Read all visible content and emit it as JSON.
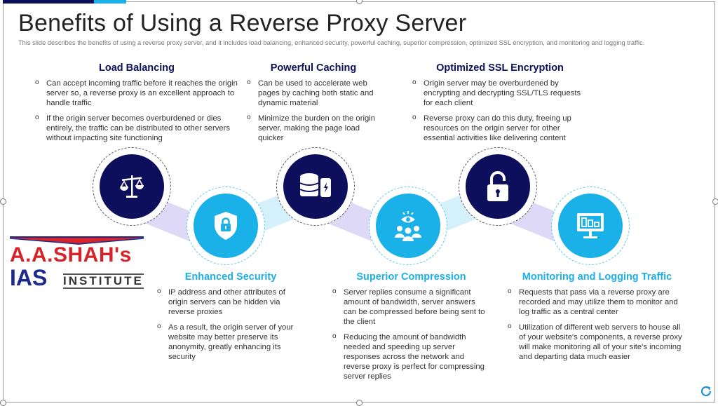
{
  "title": "Benefits of Using a Reverse Proxy Server",
  "subtitle": "This slide describes the benefits of using a reverse  proxy server,  and it includes load balancing, enhanced security, powerful caching, superior compression, optimized SSL encryption, and monitoring and logging traffic.",
  "sections": [
    {
      "title": "Load Balancing",
      "icon": "scales-icon",
      "bullets": [
        "Can accept incoming traffic before it reaches the origin server so, a reverse proxy is an excellent approach to handle traffic",
        "If the origin server becomes overburdened or dies entirely, the traffic can be distributed to other servers without impacting site functioning"
      ]
    },
    {
      "title": "Enhanced Security",
      "icon": "shield-lock-icon",
      "bullets": [
        "IP address and other attributes of origin servers can be hidden via reverse proxies",
        "As a result, the origin server of your website may better preserve its anonymity, greatly enhancing its security"
      ]
    },
    {
      "title": "Powerful Caching",
      "icon": "database-icon",
      "bullets": [
        "Can be used to accelerate web pages by caching both static and dynamic material",
        "Minimize the burden on the origin server, making the page load quicker"
      ]
    },
    {
      "title": "Superior Compression",
      "icon": "eye-group-icon",
      "bullets": [
        "Server replies consume a significant amount of bandwidth, server answers can be compressed before being sent to the client",
        "Reducing the amount of bandwidth needed and speeding up server responses across the network and reverse proxy is perfect for compressing server replies"
      ]
    },
    {
      "title": "Optimized SSL Encryption",
      "icon": "padlock-icon",
      "bullets": [
        "Origin server may be overburdened by encrypting and decrypting SSL/TLS requests for each client",
        "Reverse proxy can do this duty, freeing up resources on the origin server for other essential activities like delivering content"
      ]
    },
    {
      "title": "Monitoring and Logging Traffic",
      "icon": "monitor-icon",
      "bullets": [
        "Requests that pass via a reverse proxy are recorded and may utilize them to monitor and log traffic as a central center",
        "Utilization of different web servers to house all of your website's components, a reverse proxy will make monitoring all of your site's incoming and departing data much easier"
      ]
    }
  ],
  "logo": {
    "line1": "A.A.SHAH's",
    "line2a": "IAS",
    "line2b": "INSTITUTE"
  },
  "colors": {
    "dark": "#0d0f5c",
    "light": "#1ab0e8"
  }
}
